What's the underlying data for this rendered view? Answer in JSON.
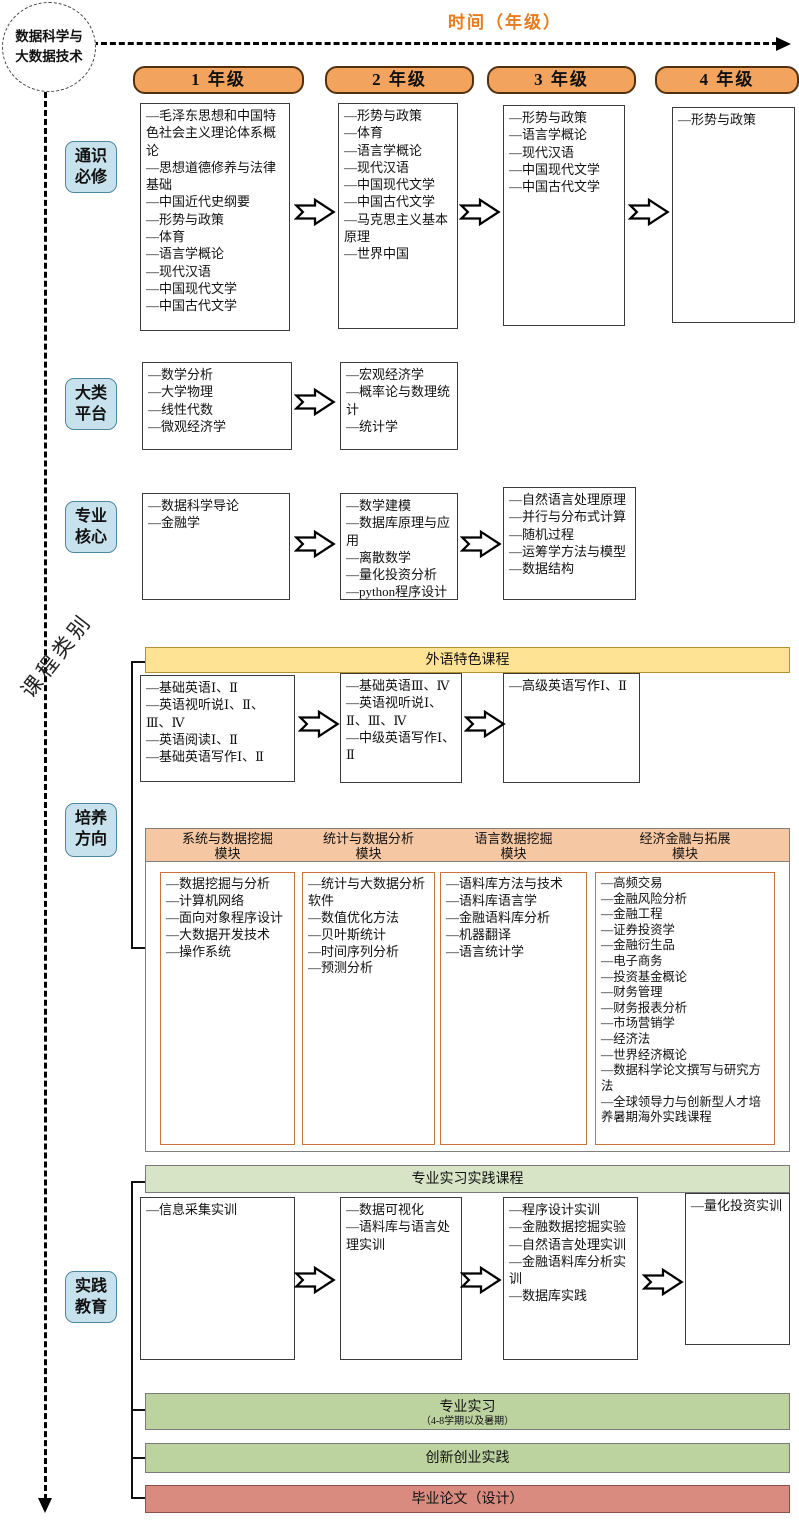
{
  "program": {
    "name": "数据科学与\n大数据技术"
  },
  "axes": {
    "time": "时间（年级）",
    "category": "课程类别"
  },
  "years": [
    "1 年级",
    "2 年级",
    "3 年级",
    "4 年级"
  ],
  "categories": {
    "general": "通识\n必修",
    "platform": "大类\n平台",
    "core": "专业\n核心",
    "direction": "培养\n方向",
    "practice": "实践\n教育"
  },
  "general": {
    "y1": [
      "—毛泽东思想和中国特色社会主义理论体系概论",
      "—思想道德修养与法律基础",
      "—中国近代史纲要",
      "—形势与政策",
      "—体育",
      "—语言学概论",
      "—现代汉语",
      "—中国现代文学",
      "—中国古代文学"
    ],
    "y2": [
      "—形势与政策",
      "—体育",
      "—语言学概论",
      "—现代汉语",
      "—中国现代文学",
      "—中国古代文学",
      "—马克思主义基本原理",
      "—世界中国"
    ],
    "y3": [
      "—形势与政策",
      "—语言学概论",
      "—现代汉语",
      "—中国现代文学",
      "—中国古代文学"
    ],
    "y4": [
      "—形势与政策"
    ]
  },
  "platform": {
    "y1": [
      "—数学分析",
      "—大学物理",
      "—线性代数",
      "—微观经济学"
    ],
    "y2": [
      "—宏观经济学",
      "—概率论与数理统计",
      "—统计学"
    ]
  },
  "core": {
    "y1": [
      "—数据科学导论",
      "—金融学"
    ],
    "y2": [
      "—数学建模",
      "—数据库原理与应用",
      "—离散数学",
      "—量化投资分析",
      "—python程序设计"
    ],
    "y3": [
      "—自然语言处理原理",
      "—并行与分布式计算",
      "—随机过程",
      "—运筹学方法与模型",
      "—数据结构"
    ]
  },
  "foreign": {
    "banner": "外语特色课程",
    "y1": [
      "—基础英语Ⅰ、Ⅱ",
      "—英语视听说Ⅰ、Ⅱ、Ⅲ、Ⅳ",
      "—英语阅读Ⅰ、Ⅱ",
      "—基础英语写作Ⅰ、Ⅱ"
    ],
    "y2": [
      "—基础英语Ⅲ、Ⅳ",
      "—英语视听说Ⅰ、Ⅱ、Ⅲ、Ⅳ",
      "—中级英语写作Ⅰ、Ⅱ"
    ],
    "y3": [
      "—高级英语写作Ⅰ、Ⅱ"
    ]
  },
  "modules": {
    "headers": [
      "系统与数据挖掘\n模块",
      "统计与数据分析\n模块",
      "语言数据挖掘\n模块",
      "经济金融与拓展\n模块"
    ],
    "m1": [
      "—数据挖掘与分析",
      "—计算机网络",
      "—面向对象程序设计",
      "—大数据开发技术",
      "—操作系统"
    ],
    "m2": [
      "—统计与大数据分析软件",
      "—数值优化方法",
      "—贝叶斯统计",
      "—时间序列分析",
      "—预测分析"
    ],
    "m3": [
      "—语料库方法与技术",
      "—语料库语言学",
      "—金融语料库分析",
      "—机器翻译",
      "—语言统计学"
    ],
    "m4": [
      "—高频交易",
      "—金融风险分析",
      "—金融工程",
      "—证券投资学",
      "—金融衍生品",
      "—电子商务",
      "—投资基金概论",
      "—财务管理",
      "—财务报表分析",
      "—市场营销学",
      "—经济法",
      "—世界经济概论",
      "—数据科学论文撰写与研究方法",
      "—全球领导力与创新型人才培养暑期海外实践课程"
    ]
  },
  "practice": {
    "banner": "专业实习实践课程",
    "y1": [
      "—信息采集实训"
    ],
    "y2": [
      "—数据可视化",
      "—语料库与语言处理实训"
    ],
    "y3": [
      "—程序设计实训",
      "—金融数据挖掘实验",
      "—自然语言处理实训",
      "—金融语料库分析实训",
      "—数据库实践"
    ],
    "y4": [
      "—量化投资实训"
    ],
    "internship_title": "专业实习",
    "internship_subtitle": "（4-8学期以及暑期）",
    "innovation": "创新创业实践",
    "thesis": "毕业论文（设计）"
  },
  "colors": {
    "year_header": "#F2A45F",
    "category_label": "#C7E2EC",
    "time_label_text": "#E87B1C",
    "foreign_banner": "#FFE394",
    "module_band": "#F5C7A2",
    "module_box_border": "#C9743C",
    "practice_banner": "#D7E4C5",
    "internship_banner": "#BCD3A0",
    "thesis_banner": "#D98B80"
  }
}
